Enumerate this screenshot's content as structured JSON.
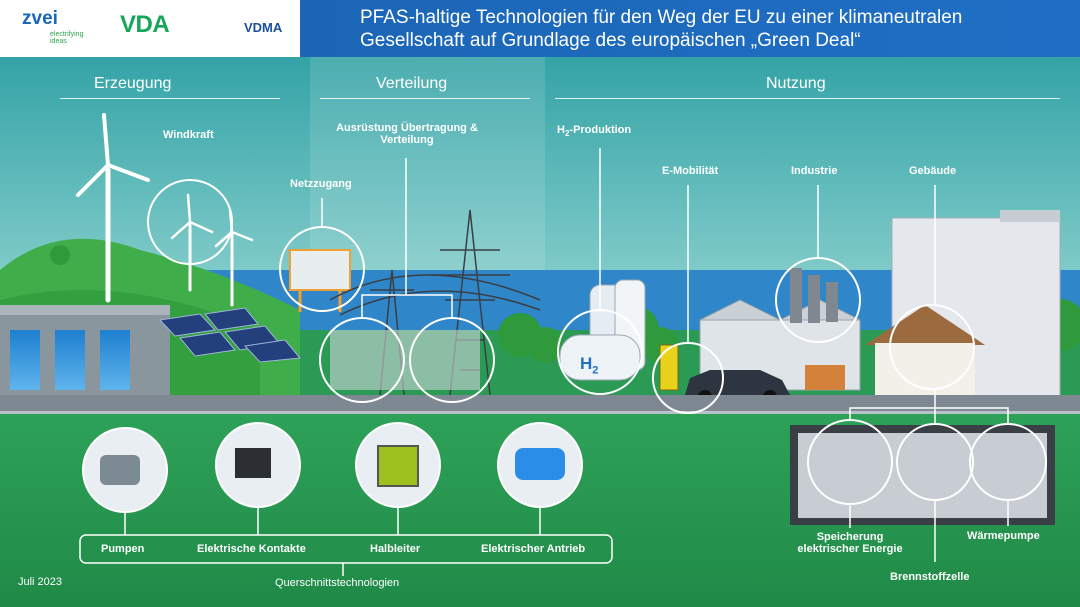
{
  "header": {
    "title_line1": "PFAS-haltige Technologien für den Weg der EU zu einer klimaneutralen",
    "title_line2": "Gesellschaft auf Grundlage des europäischen „Green Deal“"
  },
  "logos": {
    "zvei": "zvei",
    "zvei_tagline": "electrifying ideas",
    "vda": "VDA",
    "vdma": "VDMA"
  },
  "sections": {
    "erzeugung": "Erzeugung",
    "verteilung": "Verteilung",
    "nutzung": "Nutzung"
  },
  "labels": {
    "windkraft": "Windkraft",
    "netzzugang": "Netzzugang",
    "ausruestung_line1": "Ausrüstung Übertragung &",
    "ausruestung_line2": "Verteilung",
    "h2_h": "H",
    "h2_sub": "2",
    "h2_rest": "-Produktion",
    "emobilitaet": "E-Mobilität",
    "industrie": "Industrie",
    "gebaeude": "Gebäude",
    "h2_tank": "H",
    "h2_tank_sub": "2"
  },
  "cross_tech": {
    "items": [
      "Pumpen",
      "Elektrische Kontakte",
      "Halbleiter",
      "Elektrischer Antrieb"
    ],
    "caption": "Querschnittstechnologien"
  },
  "building_tech": {
    "speicherung_line1": "Speicherung",
    "speicherung_line2": "elektrischer Energie",
    "brennstoffzelle": "Brennstoffzelle",
    "waermepumpe": "Wärmepumpe"
  },
  "footer": {
    "date": "Juli 2023"
  },
  "colors": {
    "header_blue": "#1f6fc6",
    "sky": "#3aa6a8",
    "grass": "#2a9a55",
    "road": "#7d8893"
  }
}
